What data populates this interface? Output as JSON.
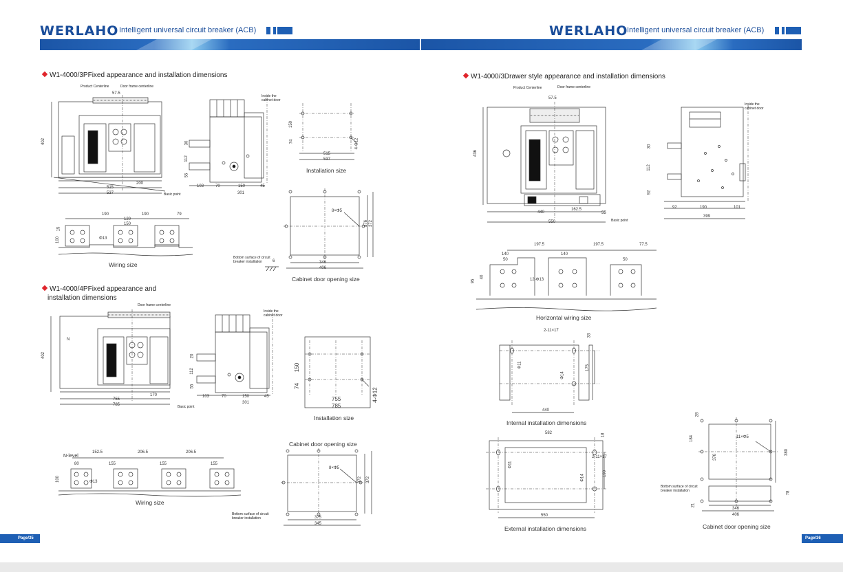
{
  "header_left": {
    "brand": "WERLAHO",
    "subtitle": "Intelligent universal circuit breaker  (ACB)"
  },
  "header_right": {
    "brand": "WERLAHO",
    "subtitle": "Intelligent universal circuit breaker  (ACB)"
  },
  "colors": {
    "brand_blue": "#1a4d9a",
    "banner_blue": "#1e5fb4",
    "banner_light": "#8ccbef",
    "accent_red": "#e0252c"
  },
  "left_page": {
    "section_3p": {
      "title": "W1-4000/3PFixed appearance and installation dimensions",
      "front_labels": {
        "product_centerline": "Product Centerline",
        "door_frame_centerline": "Door frame centerline",
        "dim_57_5": "57.5",
        "height_402": "402",
        "width_515": "515",
        "width_537": "537",
        "dim_200": "200",
        "basic_point": "Basic point"
      },
      "side_labels": {
        "inside_cabinet_door": "Inside the cabinet door",
        "dim_30": "30",
        "dim_112": "112",
        "dim_55": "55",
        "dim_103": "103",
        "dim_70": "70",
        "dim_150": "150",
        "dim_45": "45",
        "dim_301": "301"
      },
      "install": {
        "dim_150": "150",
        "dim_74": "74",
        "hole": "4-Φ12",
        "dim_515": "515",
        "dim_537": "537",
        "caption": "Installation size"
      },
      "wiring": {
        "dim_190a": "190",
        "dim_190b": "190",
        "dim_79": "79",
        "dim_120": "120",
        "dim_150": "150",
        "dim_15": "15",
        "dim_100": "100",
        "hole": "Φ13",
        "caption": "Wiring size"
      },
      "cabinet": {
        "hole": "8×Φ5",
        "dim_376": "376",
        "dim_372": "372",
        "dim_346": "346",
        "dim_406": "406",
        "bottom_note": "Bottom surface of circuit breaker installation",
        "dim_6": "6",
        "caption": "Cabinet door opening size"
      }
    },
    "section_4p": {
      "title_line1": "W1-4000/4PFixed appearance and",
      "title_line2": "installation dimensions",
      "front_labels": {
        "door_frame_centerline": "Door frame centerline",
        "height_402": "402",
        "n_mark": "N",
        "width_755": "755",
        "width_785": "785",
        "dim_170": "170",
        "basic_point": "Basic point"
      },
      "side_labels": {
        "inside_cabinet_door": "Inside the cabinet door",
        "dim_20": "20",
        "dim_112": "112",
        "dim_55": "55",
        "dim_103": "103",
        "dim_70": "70",
        "dim_150": "150",
        "dim_45": "45",
        "dim_301": "301"
      },
      "install": {
        "dim_150": "150",
        "dim_74": "74",
        "hole": "4-Φ12",
        "dim_755": "755",
        "dim_785": "785",
        "caption": "Installation size"
      },
      "cabinet_caption": "Cabinet door opening size",
      "cabinet": {
        "hole": "8×Φ5",
        "dim_372": "372",
        "dim_345": "345",
        "dim_375": "375",
        "bottom_note": "Bottom surface of circuit breaker installation"
      },
      "wiring": {
        "n_level": "N-level",
        "dim_152_5": "152.5",
        "dim_206_5a": "206.5",
        "dim_206_5b": "206.5",
        "dim_155a": "155",
        "dim_155b": "155",
        "dim_155c": "155",
        "dim_80": "80",
        "hole": "Φ13",
        "dim_100": "100",
        "caption": "Wiring size"
      }
    },
    "page_number": "Page/35"
  },
  "right_page": {
    "section_drawer": {
      "title": "W1-4000/3Drawer style appearance and installation dimensions",
      "front_labels": {
        "product_centerline": "Product Centerline",
        "door_frame_centerline": "Door frame centerline",
        "dim_57_5": "57.5",
        "height_436": "436",
        "dim_440": "440",
        "dim_162_5": "162.5",
        "dim_55": "55",
        "dim_550": "550",
        "basic_point": "Basic point"
      },
      "side_labels": {
        "inside_cabinet_door": "Inside the cabinet door",
        "dim_30": "30",
        "dim_112": "112",
        "dim_92": "92",
        "dim_92b": "92",
        "dim_190": "190",
        "dim_101": "101",
        "dim_399": "399"
      },
      "horizontal_wiring": {
        "dim_197_5a": "197.5",
        "dim_197_5b": "197.5",
        "dim_77_5": "77.5",
        "dim_140a": "140",
        "dim_140b": "140",
        "dim_50a": "50",
        "dim_50b": "50",
        "dim_95": "95",
        "dim_40": "40",
        "hole": "12-Φ13",
        "caption": "Horizontal wiring size"
      },
      "internal_install": {
        "hole": "2-11×17",
        "dim_33": "33",
        "phi_11": "Φ11",
        "phi_14": "Φ14",
        "dim_175": "175",
        "dim_440": "440",
        "caption": "Internal installation dimensions"
      },
      "external_install": {
        "dim_582": "582",
        "dim_18": "18",
        "hole": "2-11×17",
        "phi_11": "Φ11",
        "phi_14": "Φ14",
        "dim_190": "190",
        "dim_550": "550",
        "caption": "External installation dimensions"
      },
      "cabinet": {
        "dim_28": "28",
        "hole": "11×Φ5",
        "dim_184": "184",
        "dim_376": "376",
        "dim_380": "380",
        "bottom_note": "Bottom surface of circuit breaker installation",
        "dim_78": "78",
        "dim_21": "21",
        "dim_346": "346",
        "dim_406": "406",
        "caption": "Cabinet door opening size"
      }
    },
    "page_number": "Page/36"
  }
}
